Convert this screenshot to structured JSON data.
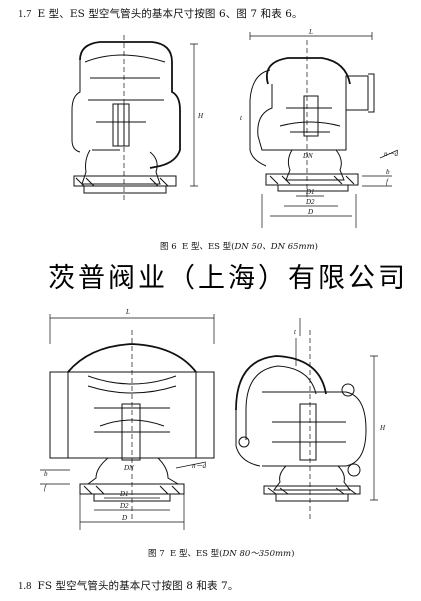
{
  "section_top": {
    "number": "1.7",
    "text": "E 型、ES 型空气管头的基本尺寸按图 6、图 7 和表 6。"
  },
  "figure6": {
    "caption_prefix": "图 6",
    "caption_models": "E 型、ES 型(",
    "caption_dn": "DN 50、DN 65mm",
    "caption_close": ")",
    "labels": {
      "L": "L",
      "H": "H",
      "t": "t",
      "DN": "DN",
      "n_d": "n－d",
      "b": "b",
      "f": "f",
      "D1": "D1",
      "D2": "D2",
      "D": "D"
    }
  },
  "banner": "茨普阀业（上海）有限公司",
  "figure7": {
    "caption_prefix": "图 7",
    "caption_models": "E 型、ES 型(",
    "caption_dn": "DN 80～350mm",
    "caption_close": ")",
    "labels": {
      "L": "L",
      "H": "H",
      "t": "t",
      "DN": "DN",
      "n_d": "n－d",
      "b": "b",
      "f": "f",
      "D1": "D1",
      "D2": "D2",
      "D": "D"
    }
  },
  "section_bottom": {
    "number": "1.8",
    "text": "FS 型空气管头的基本尺寸按图 8 和表 7。"
  }
}
